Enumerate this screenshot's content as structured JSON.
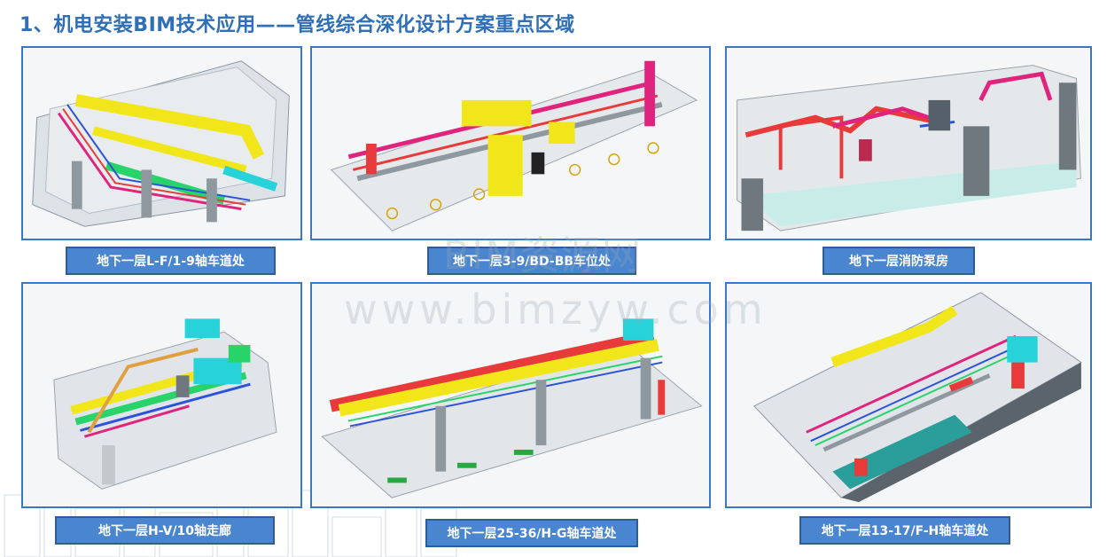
{
  "title": "1、机电安装BIM技术应用——管线综合深化设计方案重点区域",
  "watermark": {
    "line1": "BIM资源网",
    "line2": "www.bimzyw.com"
  },
  "panels": [
    {
      "caption": "地下一层L-F/1-9轴车道处"
    },
    {
      "caption": "地下一层3-9/BD-BB车位处"
    },
    {
      "caption": "地下一层消防泵房"
    },
    {
      "caption": "地下一层H-V/10轴走廊"
    },
    {
      "caption": "地下一层25-36/H-G轴车道处"
    },
    {
      "caption": "地下一层13-17/F-H轴车道处"
    }
  ],
  "colors": {
    "title": "#2e6fb8",
    "frame": "#3a78c6",
    "caption_bg": "#4a86cf"
  }
}
